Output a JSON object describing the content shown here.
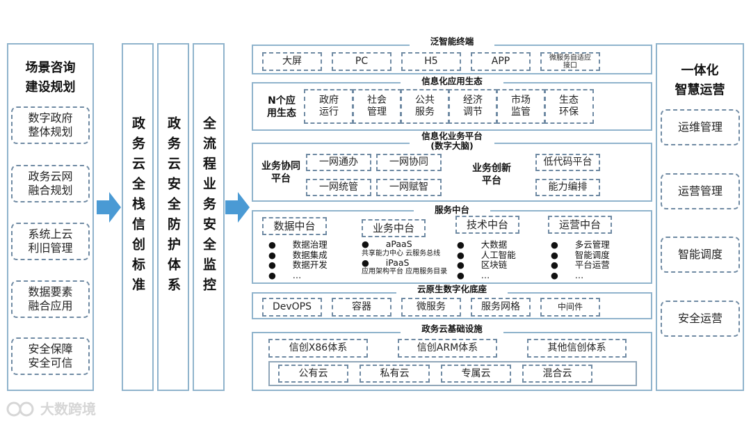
{
  "left_panel": {
    "title_line1": "场景咨询",
    "title_line2": "建设规划",
    "items": [
      [
        "数字政府",
        "整体规划"
      ],
      [
        "政务云网",
        "融合规划"
      ],
      [
        "系统上云",
        "利旧管理"
      ],
      [
        "数据要素",
        "融合应用"
      ],
      [
        "安全保障",
        "安全可信"
      ]
    ]
  },
  "columns": [
    "政务云全栈信创标准",
    "政务云安全防护体系",
    "全流程业务安全监控"
  ],
  "terminals": {
    "title": "泛智能终端",
    "items": [
      "大屏",
      "PC",
      "H5",
      "APP"
    ],
    "last_line1": "微服务自适应",
    "last_line2": "接口"
  },
  "app_eco": {
    "title": "信息化应用生态",
    "label_line1": "N个应",
    "label_line2": "用生态",
    "items": [
      [
        "政府",
        "运行"
      ],
      [
        "社会",
        "管理"
      ],
      [
        "公共",
        "服务"
      ],
      [
        "经济",
        "调节"
      ],
      [
        "市场",
        "监管"
      ],
      [
        "生态",
        "环保"
      ]
    ]
  },
  "biz_platform": {
    "title": "信息化业务平台",
    "subtitle": "(数字大脑)",
    "collab_line1": "业务协同",
    "collab_line2": "平台",
    "collab_items": [
      "一网通办",
      "一网协同",
      "一网统管",
      "一网赋智"
    ],
    "innov_line1": "业务创新",
    "innov_line2": "平台",
    "innov_items": [
      "低代码平台",
      "能力编排"
    ]
  },
  "middle": {
    "title": "服务中台",
    "groups": [
      {
        "name": "数据中台",
        "bullets": "●      数据治理\n●      数据集成\n●      数据开发\n●      …"
      },
      {
        "name": "业务中台",
        "b1": "●      aPaaS",
        "s1": "共享能力中心 云服务总线",
        "b2": "●      iPaaS",
        "s2": "应用架构平台 应用服务目录"
      },
      {
        "name": "技术中台",
        "bullets": "●      大数据\n●      人工智能\n●      区块链\n●      …"
      },
      {
        "name": "运营中台",
        "bullets": "●      多云管理\n●      智能调度\n●      平台运营\n●      …"
      }
    ]
  },
  "cloud_native": {
    "title": "云原生数字化底座",
    "items": [
      "DevOPS",
      "容器",
      "微服务",
      "服务网格",
      "中间件"
    ]
  },
  "infra": {
    "title": "政务云基础设施",
    "systems": [
      "信创X86体系",
      "信创ARM体系",
      "其他信创体系"
    ],
    "clouds": [
      "公有云",
      "私有云",
      "专属云",
      "混合云"
    ]
  },
  "right_panel": {
    "title_line1": "一体化",
    "title_line2": "智慧运营",
    "items": [
      "运维管理",
      "运营管理",
      "智能调度",
      "安全运营"
    ]
  },
  "watermark": "大数跨境",
  "colors": {
    "border": "#8fb3cc",
    "dash": "#6f8aa3",
    "arrow": "#4a9ad4"
  }
}
